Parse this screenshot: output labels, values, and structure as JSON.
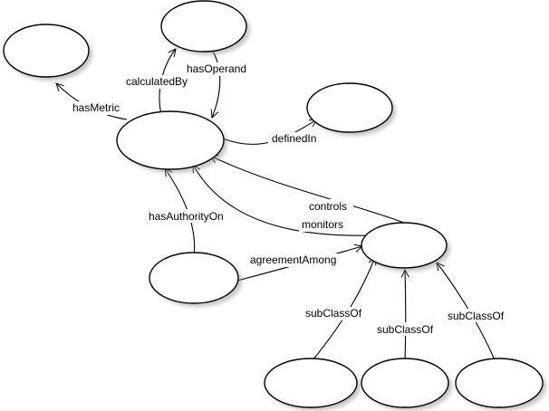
{
  "diagram": {
    "nodes": [
      {
        "id": "metric"
      },
      {
        "id": "operand"
      },
      {
        "id": "central"
      },
      {
        "id": "document"
      },
      {
        "id": "authority"
      },
      {
        "id": "agreement"
      },
      {
        "id": "sub1"
      },
      {
        "id": "sub2"
      },
      {
        "id": "sub3"
      }
    ],
    "edges": [
      {
        "id": "hasMetric",
        "label": "hasMetric",
        "from": "central",
        "to": "metric"
      },
      {
        "id": "calculatedBy",
        "label": "calculatedBy",
        "from": "central",
        "to": "operand"
      },
      {
        "id": "hasOperand",
        "label": "hasOperand",
        "from": "operand",
        "to": "central"
      },
      {
        "id": "definedIn",
        "label": "definedIn",
        "from": "central",
        "to": "document"
      },
      {
        "id": "controls",
        "label": "controls",
        "from": "agreement",
        "to": "central"
      },
      {
        "id": "monitors",
        "label": "monitors",
        "from": "agreement",
        "to": "central"
      },
      {
        "id": "hasAuthorityOn",
        "label": "hasAuthorityOn",
        "from": "authority",
        "to": "central"
      },
      {
        "id": "agreementAmong",
        "label": "agreementAmong",
        "from": "authority",
        "to": "agreement"
      },
      {
        "id": "subClassOf1",
        "label": "subClassOf",
        "from": "sub1",
        "to": "agreement"
      },
      {
        "id": "subClassOf2",
        "label": "subClassOf",
        "from": "sub2",
        "to": "agreement"
      },
      {
        "id": "subClassOf3",
        "label": "subClassOf",
        "from": "sub3",
        "to": "agreement"
      }
    ]
  }
}
